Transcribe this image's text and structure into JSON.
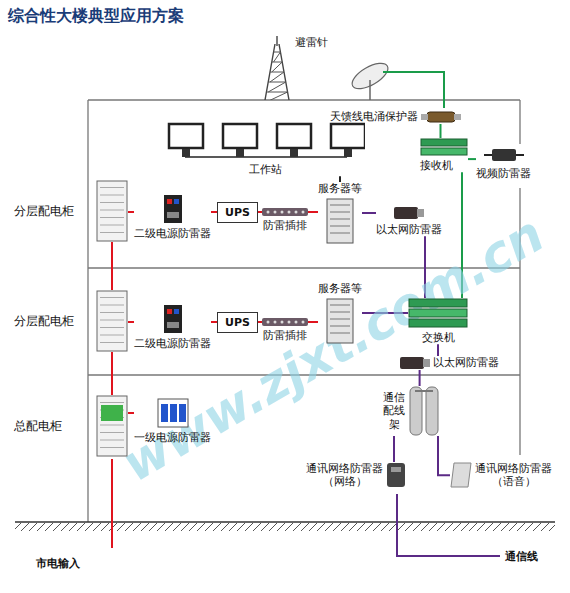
{
  "diagram": {
    "title": "综合性大楼典型应用方案",
    "nodes": [
      {
        "text": [
          "避雷针"
        ]
      },
      {
        "text": [
          "天馈线电涌保护器"
        ]
      },
      {
        "text": [
          "接收机"
        ]
      },
      {
        "text": [
          "视频防雷器"
        ]
      },
      {
        "text": [
          "工作站"
        ]
      },
      {
        "text": [
          "服务器等"
        ]
      },
      {
        "text": [
          "以太网防雷器"
        ]
      },
      {
        "text": [
          "分层配电柜"
        ]
      },
      {
        "text": [
          "二级电源防雷器"
        ]
      },
      {
        "text": [
          "UPS"
        ]
      },
      {
        "text": [
          "防雷插排"
        ]
      },
      {
        "text": [
          "分层配电柜"
        ]
      },
      {
        "text": [
          "二级电源防雷器"
        ]
      },
      {
        "text": [
          "UPS"
        ]
      },
      {
        "text": [
          "防雷插排"
        ]
      },
      {
        "text": [
          "服务器等"
        ]
      },
      {
        "text": [
          "交换机"
        ]
      },
      {
        "text": [
          "以太网防雷器"
        ]
      },
      {
        "text": [
          "总配电柜"
        ]
      },
      {
        "text": [
          "一级电源防雷器"
        ]
      },
      {
        "text": [
          "通信配线架"
        ]
      },
      {
        "text": [
          "通讯网络防雷器",
          "（网络）"
        ]
      },
      {
        "text": [
          "通讯网络防雷器",
          "（语音）"
        ]
      }
    ],
    "edges": [
      {
        "from": 7,
        "to": 8,
        "arrow": "none"
      },
      {
        "from": 8,
        "to": 9,
        "arrow": "none"
      },
      {
        "from": 9,
        "to": 10,
        "arrow": "none"
      },
      {
        "from": 10,
        "to": 5,
        "arrow": "none"
      },
      {
        "from": 11,
        "to": 12,
        "arrow": "none"
      },
      {
        "from": 12,
        "to": 13,
        "arrow": "none"
      },
      {
        "from": 13,
        "to": 14,
        "arrow": "none"
      },
      {
        "from": 14,
        "to": 15,
        "arrow": "none"
      },
      {
        "from": 18,
        "to": 19,
        "arrow": "none"
      },
      {
        "from": 18,
        "to": 11,
        "arrow": "none"
      },
      {
        "from": 11,
        "to": 7,
        "arrow": "none"
      },
      {
        "from": 1,
        "to": 2,
        "arrow": "none"
      },
      {
        "from": 2,
        "to": 3,
        "arrow": "none"
      },
      {
        "from": 2,
        "to": 16,
        "arrow": "none"
      },
      {
        "from": 4,
        "to": 5,
        "arrow": "none"
      },
      {
        "from": 5,
        "to": 6,
        "arrow": "none"
      },
      {
        "from": 6,
        "to": 16,
        "arrow": "none"
      },
      {
        "from": 15,
        "to": 16,
        "arrow": "none"
      },
      {
        "from": 16,
        "to": 17,
        "arrow": "none"
      },
      {
        "from": 17,
        "to": 20,
        "arrow": "none"
      },
      {
        "from": 20,
        "to": 21,
        "arrow": "none"
      },
      {
        "from": 20,
        "to": 22,
        "arrow": "none"
      }
    ],
    "labels": [
      "市电输入",
      "通信线",
      "www.zjxt.com.cn"
    ]
  }
}
